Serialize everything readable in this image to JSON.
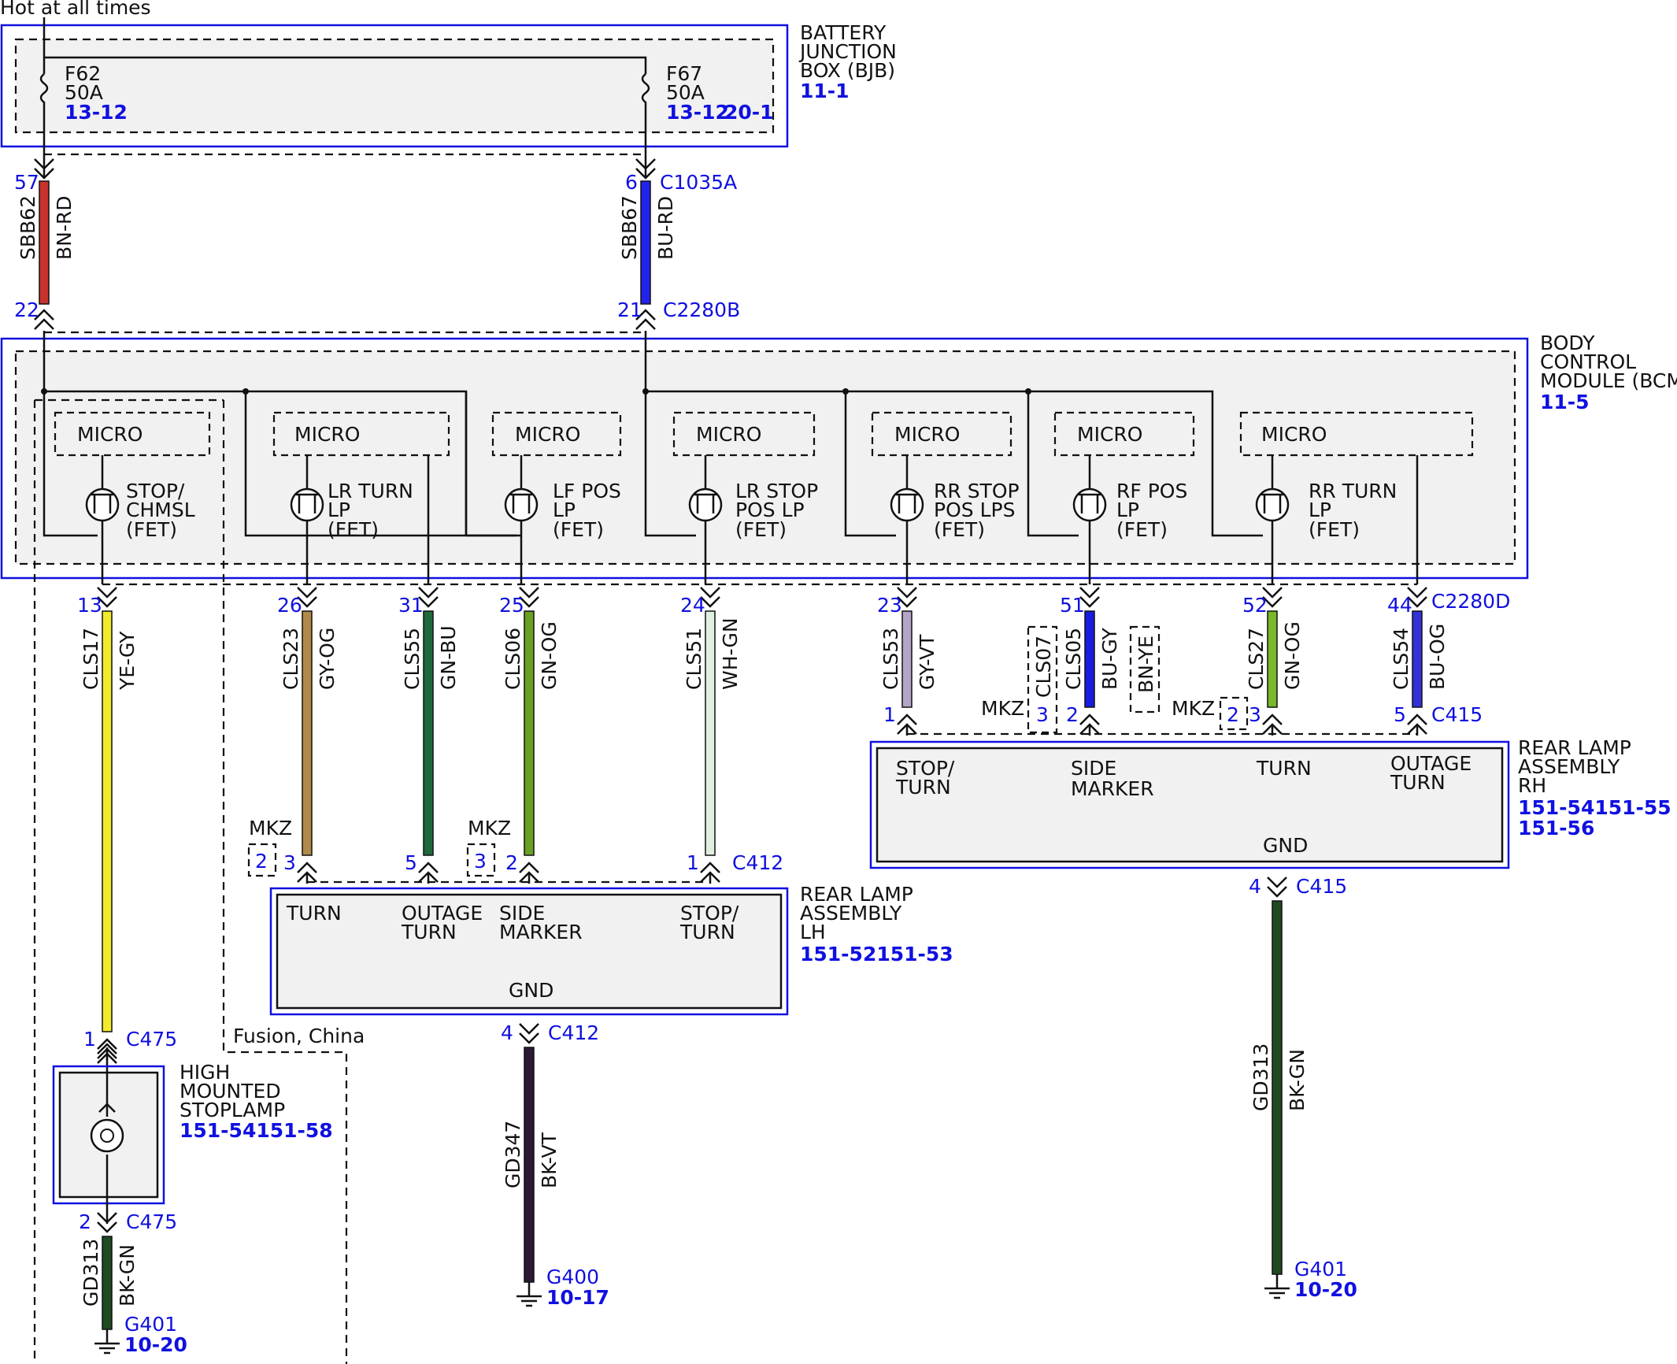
{
  "header": {
    "hot_label": "Hot at all times"
  },
  "colors": {
    "reference": "#1010e0",
    "line": "#111111",
    "box_fill": "#f1f1f1"
  },
  "bjb": {
    "name_lines": [
      "BATTERY",
      "JUNCTION",
      "BOX (BJB)"
    ],
    "ref": "11-1",
    "fuses": [
      {
        "id": "F62",
        "rating": "50A",
        "refs": [
          "13-12"
        ]
      },
      {
        "id": "F67",
        "rating": "50A",
        "refs": [
          "13-12",
          "20-1"
        ]
      }
    ]
  },
  "bcm": {
    "name_lines": [
      "BODY",
      "CONTROL",
      "MODULE (BCM)"
    ],
    "ref": "11-5",
    "micro_label": "MICRO",
    "fets": [
      {
        "label_lines": [
          "STOP/",
          "CHMSL",
          "(FET)"
        ]
      },
      {
        "label_lines": [
          "LR TURN",
          "LP",
          "(FET)"
        ]
      },
      {
        "label_lines": [
          "LF POS",
          "LP",
          "(FET)"
        ]
      },
      {
        "label_lines": [
          "LR STOP",
          "POS LP",
          "(FET)"
        ]
      },
      {
        "label_lines": [
          "RR STOP",
          "POS LPS",
          "(FET)"
        ]
      },
      {
        "label_lines": [
          "RF POS",
          "LP",
          "(FET)"
        ]
      },
      {
        "label_lines": [
          "RR TURN",
          "LP",
          "(FET)"
        ]
      }
    ]
  },
  "feed_wires": [
    {
      "circuit": "SBB62",
      "color_code": "BN-RD",
      "color": "#c8322c",
      "pin_top": "57",
      "pin_bottom": "22",
      "connector_top": "",
      "connector_bottom": ""
    },
    {
      "circuit": "SBB67",
      "color_code": "BU-RD",
      "color": "#2222ee",
      "pin_top": "6",
      "pin_bottom": "21",
      "connector_top": "C1035A",
      "connector_bottom": "C2280B"
    }
  ],
  "output_wires": [
    {
      "circuit": "CLS17",
      "color_code": "YE-GY",
      "color": "#f2ea2a",
      "pin_top": "13",
      "pin_bottom": "1"
    },
    {
      "circuit": "CLS23",
      "color_code": "GY-OG",
      "color": "#b08a4a",
      "pin_top": "26",
      "pin_bottom": "3"
    },
    {
      "circuit": "CLS55",
      "color_code": "GN-BU",
      "color": "#1e6a3c",
      "pin_top": "31",
      "pin_bottom": "5"
    },
    {
      "circuit": "CLS06",
      "color_code": "GN-OG",
      "color": "#6aa024",
      "pin_top": "25",
      "pin_bottom": "2"
    },
    {
      "circuit": "CLS51",
      "color_code": "WH-GN",
      "color": "#dff0df",
      "pin_top": "24",
      "pin_bottom": "1"
    },
    {
      "circuit": "CLS53",
      "color_code": "GY-VT",
      "color": "#b4a4c8",
      "pin_top": "23",
      "pin_bottom": "1"
    },
    {
      "circuit": "CLS05",
      "color_code": "BU-GY",
      "color": "#1a1ae0",
      "pin_top": "51",
      "pin_bottom": "2"
    },
    {
      "circuit": "CLS27",
      "color_code": "GN-OG",
      "color": "#7ab82a",
      "pin_top": "52",
      "pin_bottom": "3"
    },
    {
      "circuit": "CLS54",
      "color_code": "BU-OG",
      "color": "#3232d8",
      "pin_top": "44",
      "pin_bottom": "5"
    }
  ],
  "connectors": {
    "bcm_out": "C2280D",
    "rh_lamp": "C415",
    "lh_lamp": "C412",
    "chmsl": "C475"
  },
  "mkz_options": [
    {
      "label": "MKZ",
      "pin": "2"
    },
    {
      "label": "MKZ",
      "pin": "3"
    },
    {
      "label": "MKZ",
      "pin": "3",
      "circuit": "CLS07"
    },
    {
      "label": "MKZ",
      "pin": "2"
    },
    {
      "label": "",
      "pin": "",
      "color_code": "BN-YE"
    }
  ],
  "rear_lamp_lh": {
    "name_lines": [
      "REAR LAMP",
      "ASSEMBLY",
      "LH"
    ],
    "ref": "151-52151-53",
    "terminals": [
      {
        "label_lines": [
          "TURN"
        ]
      },
      {
        "label_lines": [
          "OUTAGE",
          "TURN"
        ]
      },
      {
        "label_lines": [
          "SIDE",
          "MARKER"
        ]
      },
      {
        "label_lines": [
          "STOP/",
          "TURN"
        ]
      }
    ],
    "gnd_label": "GND"
  },
  "rear_lamp_rh": {
    "name_lines": [
      "REAR LAMP",
      "ASSEMBLY",
      "RH"
    ],
    "refs": [
      "151-54151-55",
      "151-56"
    ],
    "terminals": [
      {
        "label_lines": [
          "STOP/",
          "TURN"
        ]
      },
      {
        "label_lines": [
          "SIDE",
          "MARKER"
        ]
      },
      {
        "label_lines": [
          "TURN"
        ]
      },
      {
        "label_lines": [
          "OUTAGE",
          "TURN"
        ]
      }
    ],
    "gnd_label": "GND"
  },
  "chmsl": {
    "name_lines": [
      "HIGH",
      "MOUNTED",
      "STOPLAMP"
    ],
    "ref": "151-54151-58",
    "region_label": "Fusion, China"
  },
  "grounds": [
    {
      "circuit": "GD313",
      "color_code": "BK-GN",
      "color": "#1f4a22",
      "pin": "2",
      "connector": "C475",
      "ground": "G401",
      "ref": "10-20"
    },
    {
      "circuit": "GD347",
      "color_code": "BK-VT",
      "color": "#2a1a34",
      "pin": "4",
      "connector": "C412",
      "ground": "G400",
      "ref": "10-17"
    },
    {
      "circuit": "GD313",
      "color_code": "BK-GN",
      "color": "#1f4a22",
      "pin": "4",
      "connector": "C415",
      "ground": "G401",
      "ref": "10-20"
    }
  ]
}
